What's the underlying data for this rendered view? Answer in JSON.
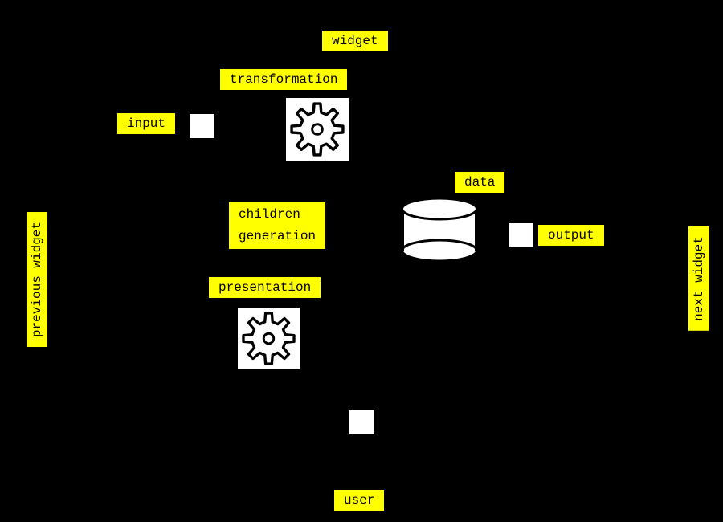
{
  "colors": {
    "background": "#000000",
    "label_bg": "#ffff00",
    "label_text": "#000000",
    "shape_fill": "#ffffff",
    "shape_stroke": "#000000"
  },
  "labels": {
    "widget": "widget",
    "transformation": "transformation",
    "input": "input",
    "data": "data",
    "output": "output",
    "children_generation": {
      "line1": "children",
      "line2": "generation"
    },
    "presentation": "presentation",
    "user": "user",
    "previous_widget": "previous widget",
    "next_widget": "next widget"
  },
  "icons": {
    "transformation_icon": "gear-icon",
    "presentation_icon": "gear-icon",
    "data_icon": "database-cylinder-icon",
    "input_port": "port-square",
    "output_port": "port-square",
    "user_port": "port-square"
  }
}
